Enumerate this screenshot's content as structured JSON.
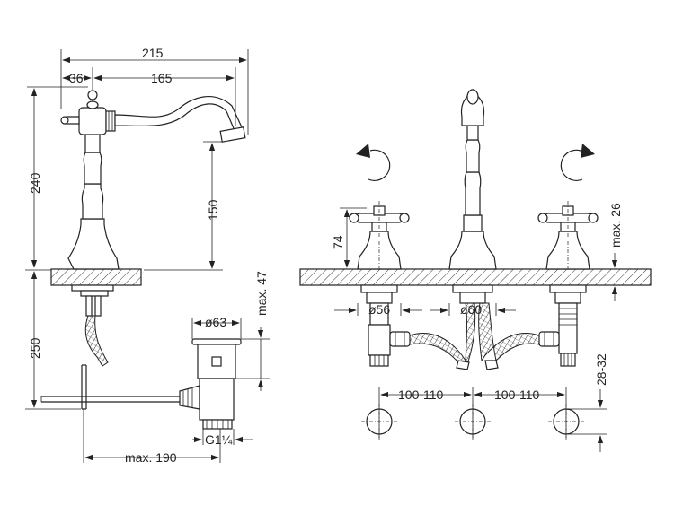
{
  "dimensions": {
    "overall_width": "215",
    "handle_offset": "36",
    "spout_reach": "165",
    "total_height": "240",
    "spout_height": "150",
    "below_deck": "250",
    "waste_dia": "ø63",
    "waste_max": "max. 47",
    "waste_thread": "G1¼",
    "rod_max": "max. 190",
    "valve_height": "74",
    "deck_max": "max. 26",
    "valve_dia": "ø56",
    "spout_dia": "ø60",
    "spacing_left": "100-110",
    "spacing_right": "100-110",
    "hole_dia": "28-32"
  },
  "icons": {
    "left_rotation": "rotate-counterclockwise-icon",
    "right_rotation": "rotate-clockwise-icon"
  },
  "colors": {
    "line": "#222222",
    "background": "#ffffff"
  }
}
